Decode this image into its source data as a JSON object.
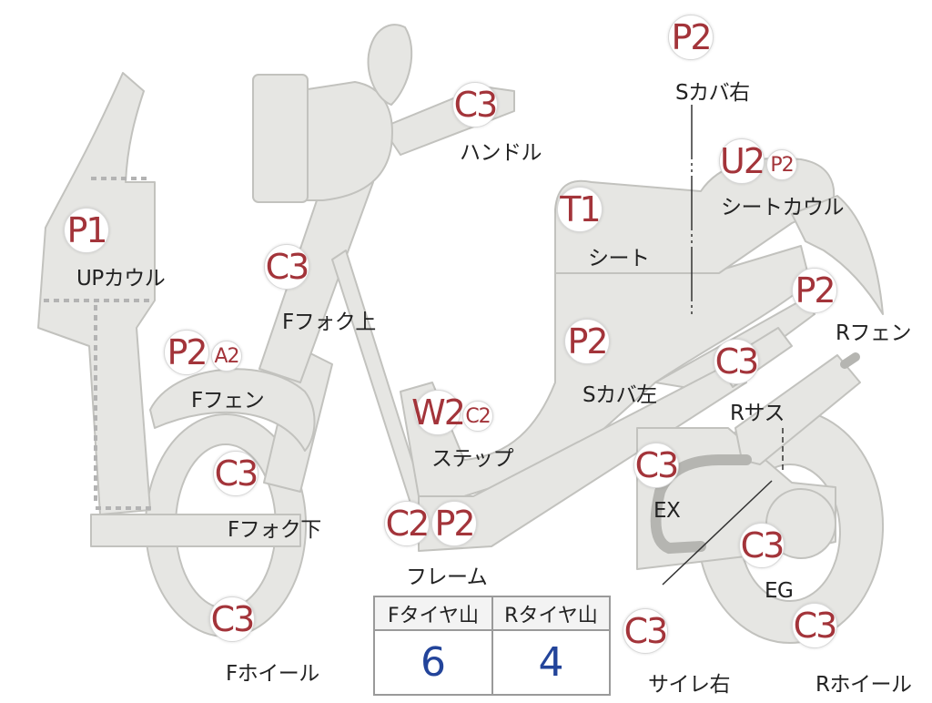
{
  "colors": {
    "body_fill": "#e6e6e3",
    "body_stroke": "#c2c2be",
    "grade_text": "#a3343a",
    "tire_value": "#23449a",
    "exhaust_pipe": "#b5b5b1",
    "leader_line": "#333333"
  },
  "parts": {
    "up_cowl": {
      "label": "UPカウル",
      "grades": [
        "P1"
      ]
    },
    "handle": {
      "label": "ハンドル",
      "grades": [
        "C3"
      ]
    },
    "f_fork_up": {
      "label": "Fフォク上",
      "grades": [
        "C3"
      ]
    },
    "f_fender": {
      "label": "Fフェン",
      "grades": [
        "P2",
        "A2"
      ]
    },
    "f_fork_low": {
      "label": "Fフォク下",
      "grades": [
        "C3"
      ]
    },
    "f_wheel": {
      "label": "Fホイール",
      "grades": [
        "C3"
      ]
    },
    "step": {
      "label": "ステップ",
      "grades": [
        "W2",
        "C2"
      ]
    },
    "frame": {
      "label": "フレーム",
      "grades": [
        "C2",
        "P2"
      ]
    },
    "seat": {
      "label": "シート",
      "grades": [
        "T1"
      ]
    },
    "s_cover_r": {
      "label": "Sカバ右",
      "grades": [
        "P2"
      ]
    },
    "seat_cowl": {
      "label": "シートカウル",
      "grades": [
        "U2",
        "P2"
      ]
    },
    "s_cover_l": {
      "label": "Sカバ左",
      "grades": [
        "P2"
      ]
    },
    "r_fender": {
      "label": "Rフェン",
      "grades": [
        "P2"
      ]
    },
    "r_sus": {
      "label": "Rサス",
      "grades": [
        "C3"
      ]
    },
    "ex": {
      "label": "EX",
      "grades": [
        "C3"
      ]
    },
    "eg": {
      "label": "EG",
      "grades": [
        "C3"
      ]
    },
    "silencer_r": {
      "label": "サイレ右",
      "grades": [
        "C3"
      ]
    },
    "r_wheel": {
      "label": "Rホイール",
      "grades": [
        "C3"
      ]
    }
  },
  "tire_table": {
    "front_header": "Fタイヤ山",
    "rear_header": "Rタイヤ山",
    "front_value": "6",
    "rear_value": "4"
  }
}
